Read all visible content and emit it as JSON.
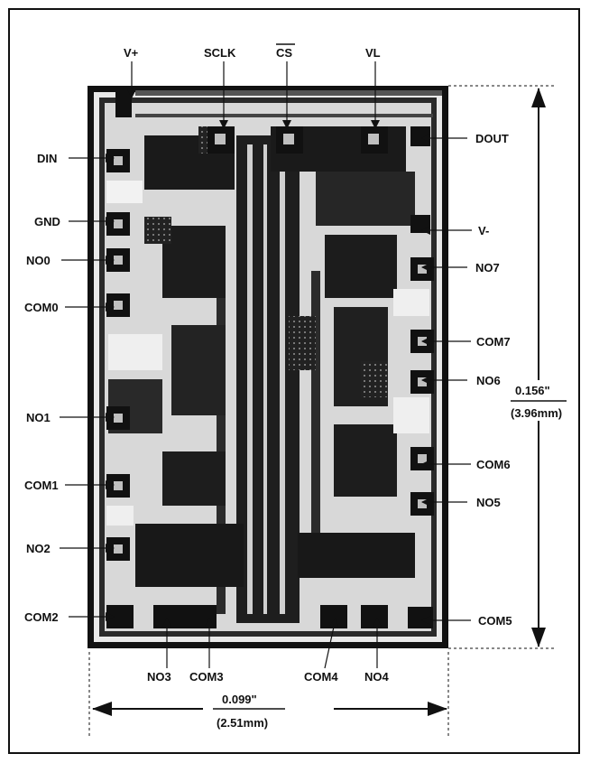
{
  "pins": {
    "v_plus": "V+",
    "sclk": "SCLK",
    "cs": "CS",
    "vl": "VL",
    "dout": "DOUT",
    "din": "DIN",
    "gnd": "GND",
    "v_minus": "V-",
    "no0": "NO0",
    "no7": "NO7",
    "com0": "COM0",
    "com7": "COM7",
    "no6": "NO6",
    "no1": "NO1",
    "com6": "COM6",
    "com1": "COM1",
    "no5": "NO5",
    "no2": "NO2",
    "com2": "COM2",
    "com5": "COM5",
    "no3": "NO3",
    "com3": "COM3",
    "com4": "COM4",
    "no4": "NO4"
  },
  "dimensions": {
    "height_in": "0.156\"",
    "height_mm": "(3.96mm)",
    "width_in": "0.099\"",
    "width_mm": "(2.51mm)"
  }
}
